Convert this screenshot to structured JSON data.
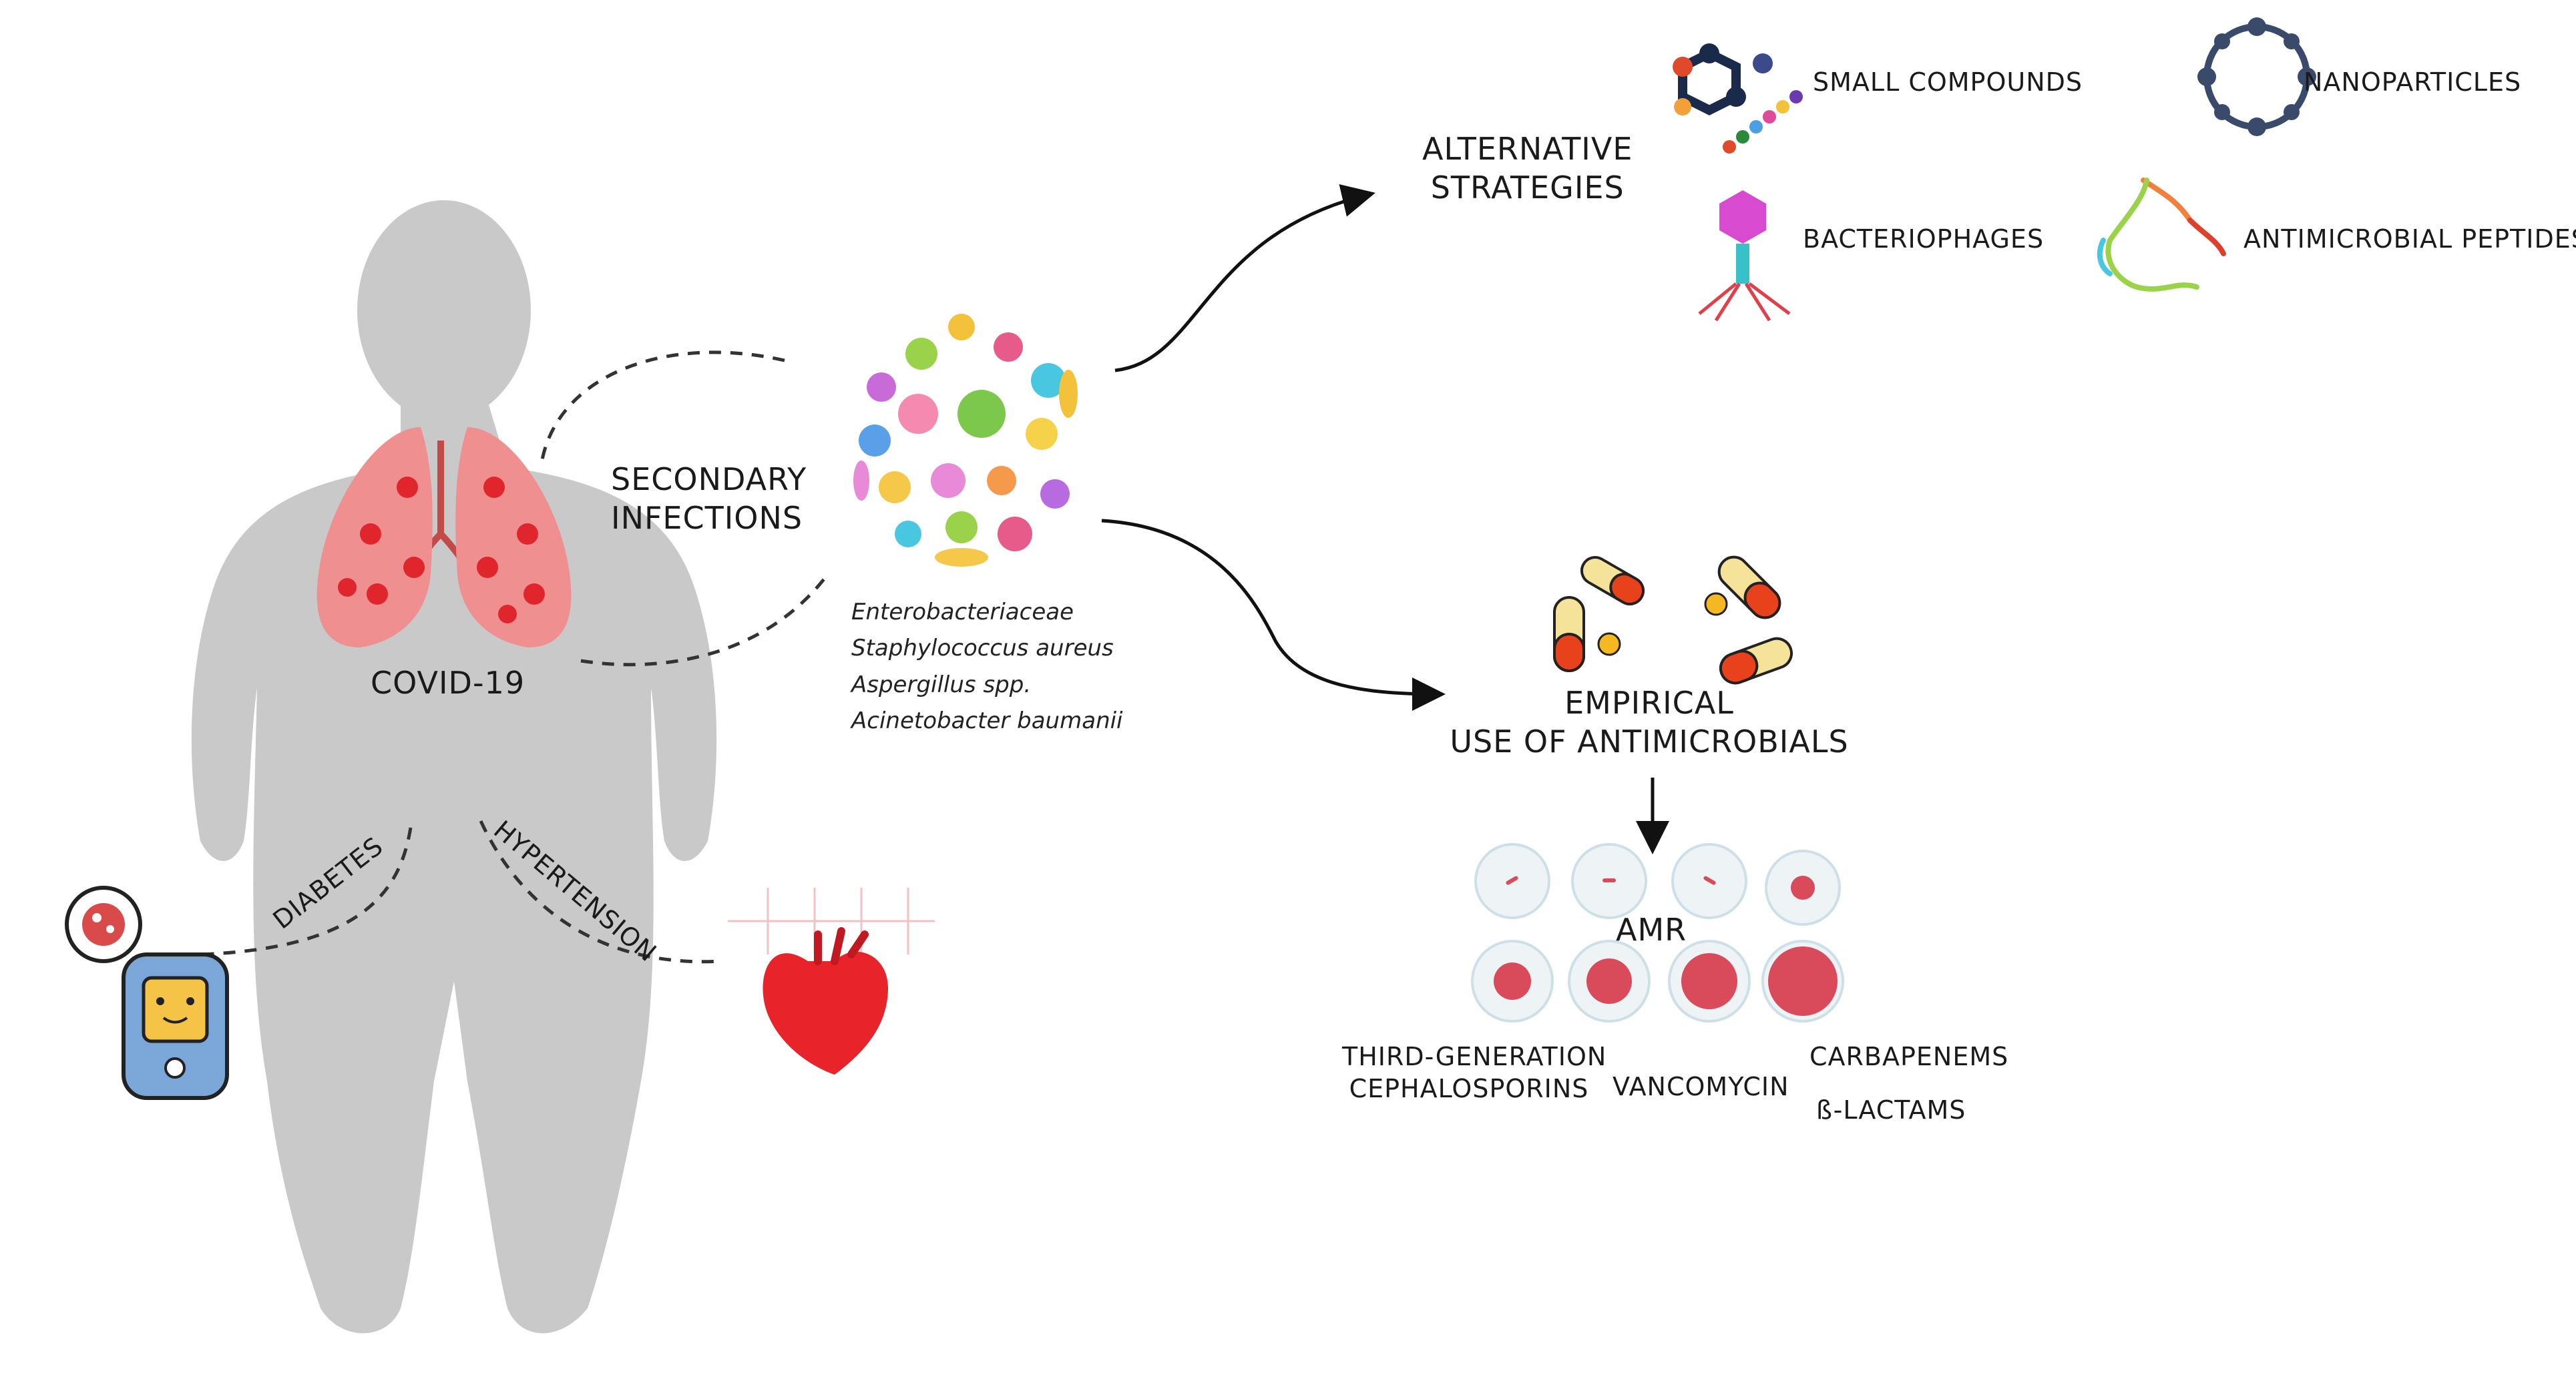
{
  "labels": {
    "covid": "COVID-19",
    "secondary_infections": [
      "SECONDARY",
      "INFECTIONS"
    ],
    "diabetes": "DIABETES",
    "hypertension": "HYPERTENSION",
    "organisms": [
      "Enterobacteriaceae",
      "Staphylococcus aureus",
      "Aspergillus spp.",
      "Acinetobacter baumanii"
    ],
    "alternative_strategies": [
      "ALTERNATIVE",
      "STRATEGIES"
    ],
    "strategies": {
      "small_compounds": "SMALL COMPOUNDS",
      "nanoparticles": "NANOPARTICLES",
      "bacteriophages": "BACTERIOPHAGES",
      "antimicrobial_peptides": "ANTIMICROBIAL PEPTIDES"
    },
    "empirical": [
      "EMPIRICAL",
      "USE OF ANTIMICROBIALS"
    ],
    "amr": "AMR",
    "antibiotics": {
      "third_gen": [
        "THIRD-GENERATION",
        "CEPHALOSPORINS"
      ],
      "vancomycin": "VANCOMYCIN",
      "carbapenems": "CARBAPENEMS",
      "beta_lactams": "ß-LACTAMS"
    }
  },
  "colors": {
    "silhouette": "#c8c8c8",
    "lungs": "#ef8f8f",
    "lung_dots": "#e0262c",
    "heart": "#e8242a",
    "capsule_red": "#e8421c",
    "capsule_yellow": "#f5e39a",
    "bacteria_red": "#d94a5a",
    "dish": "#e6f0f4"
  },
  "icons": [
    "body-silhouette-icon",
    "lungs-icon",
    "heart-icon",
    "glucometer-icon",
    "microbes-cluster-icon",
    "molecule-icon",
    "nanoparticle-icon",
    "bacteriophage-icon",
    "peptide-icon",
    "capsule-icon",
    "petri-dish-icon"
  ]
}
